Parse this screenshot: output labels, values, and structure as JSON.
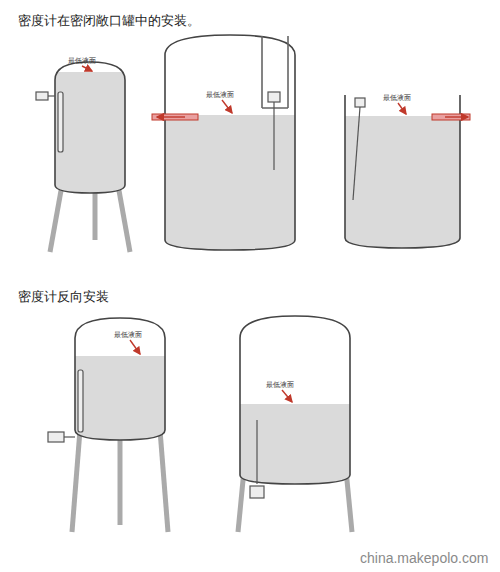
{
  "diagram": {
    "title": "密度计在密闭敞口罐中的安装。",
    "labels": [
      "最低液面",
      "最低液面",
      "最低液面",
      "密度计反向安装",
      "最低液面",
      "最低液面",
      "china.makepolo.com"
    ]
  }
}
